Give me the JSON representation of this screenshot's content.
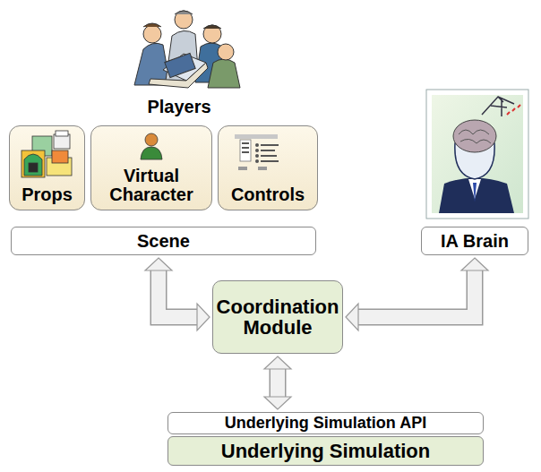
{
  "diagram": {
    "nodes": [
      {
        "text": [
          "Props"
        ]
      },
      {
        "text": [
          "Virtual Character"
        ]
      },
      {
        "text": [
          "Controls"
        ]
      },
      {
        "text": [
          "Scene"
        ]
      },
      {
        "text": [
          "IA Brain"
        ]
      },
      {
        "text": [
          "Coordination Module"
        ]
      },
      {
        "text": [
          "Underlying Simulation API"
        ]
      },
      {
        "text": [
          "Underlying Simulation"
        ]
      }
    ],
    "edges": [
      {
        "from": 3,
        "to": 5,
        "arrow": "both"
      },
      {
        "from": 4,
        "to": 5,
        "arrow": "both"
      },
      {
        "from": 5,
        "to": 6,
        "arrow": "both"
      }
    ],
    "labels": [
      "Players"
    ]
  }
}
